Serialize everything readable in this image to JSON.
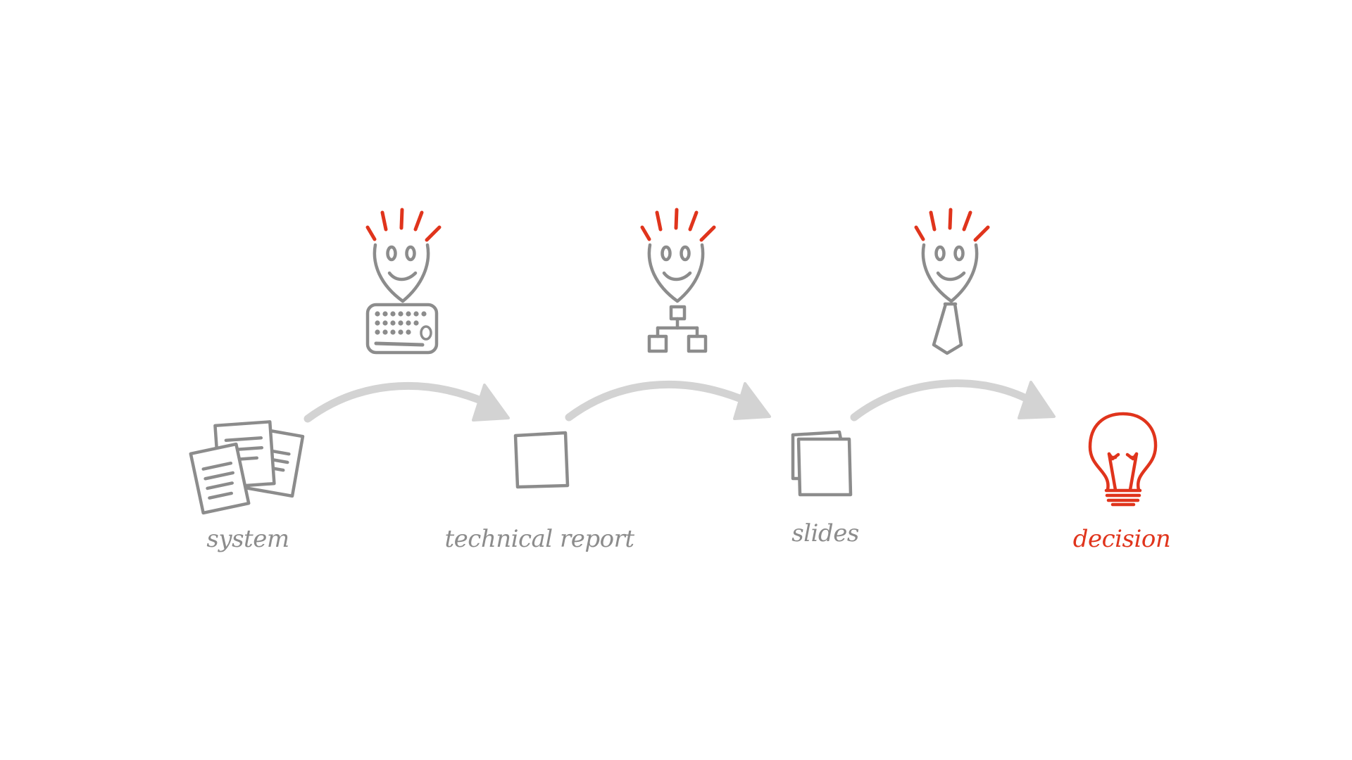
{
  "diagram": {
    "colors": {
      "ink": "#8c8c8c",
      "accent": "#e0341c",
      "arrow": "#d3d3d3",
      "background": "#ffffff"
    },
    "stages": [
      {
        "id": "system",
        "label": "system",
        "icon": "documents-icon",
        "highlight": false
      },
      {
        "id": "technical-report",
        "label": "technical report",
        "icon": "report-page-icon",
        "highlight": false
      },
      {
        "id": "slides",
        "label": "slides",
        "icon": "slides-stack-icon",
        "highlight": false
      },
      {
        "id": "decision",
        "label": "decision",
        "icon": "lightbulb-icon",
        "highlight": true
      }
    ],
    "actors": [
      {
        "role": "developer",
        "icon": "keyboard-icon"
      },
      {
        "role": "analyst",
        "icon": "hierarchy-diagram-icon"
      },
      {
        "role": "manager",
        "icon": "necktie-icon"
      }
    ],
    "arrows": [
      {
        "from": "system",
        "to": "technical-report"
      },
      {
        "from": "technical-report",
        "to": "slides"
      },
      {
        "from": "slides",
        "to": "decision"
      }
    ]
  }
}
